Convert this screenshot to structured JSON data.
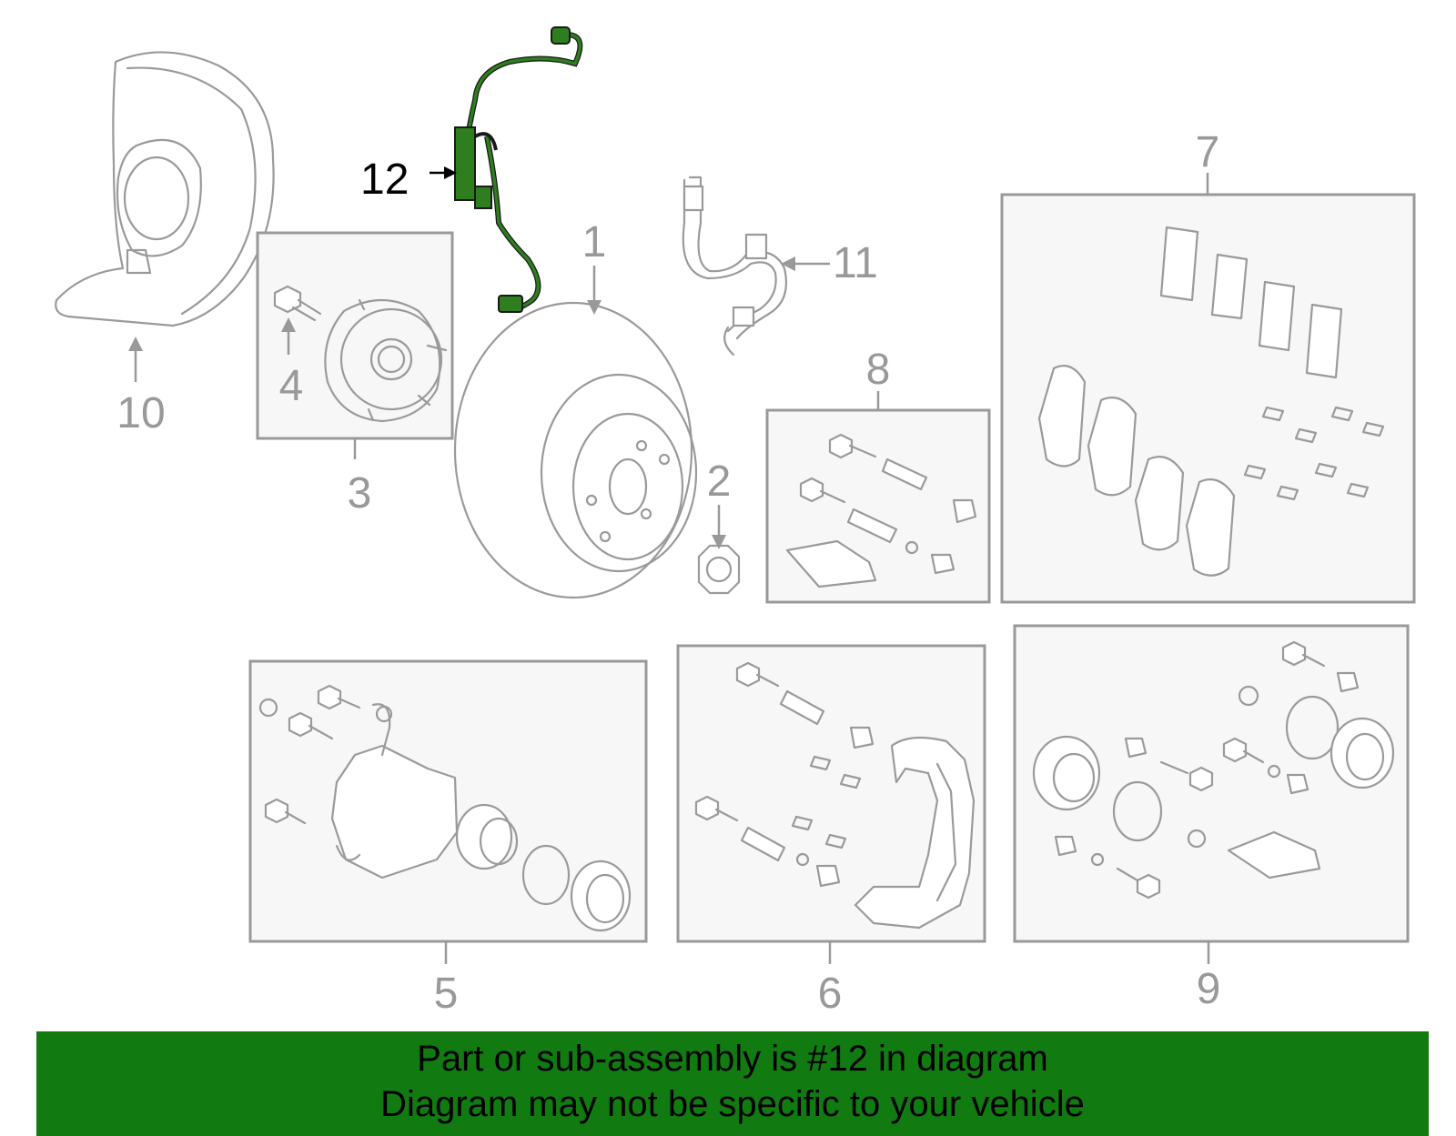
{
  "diagram": {
    "callouts": [
      {
        "id": "1",
        "label": "1"
      },
      {
        "id": "2",
        "label": "2"
      },
      {
        "id": "3",
        "label": "3"
      },
      {
        "id": "4",
        "label": "4"
      },
      {
        "id": "5",
        "label": "5"
      },
      {
        "id": "6",
        "label": "6"
      },
      {
        "id": "7",
        "label": "7"
      },
      {
        "id": "8",
        "label": "8"
      },
      {
        "id": "9",
        "label": "9"
      },
      {
        "id": "10",
        "label": "10"
      },
      {
        "id": "11",
        "label": "11"
      },
      {
        "id": "12",
        "label": "12",
        "highlighted": true
      }
    ],
    "highlight_part": "12",
    "colors": {
      "highlight": "#2e7d1e",
      "line_art": "#9a9a9a",
      "banner_bg": "#117a11"
    }
  },
  "banner": {
    "line1": "Part or sub-assembly is #12 in diagram",
    "line2": "Diagram may not be specific to your vehicle"
  }
}
